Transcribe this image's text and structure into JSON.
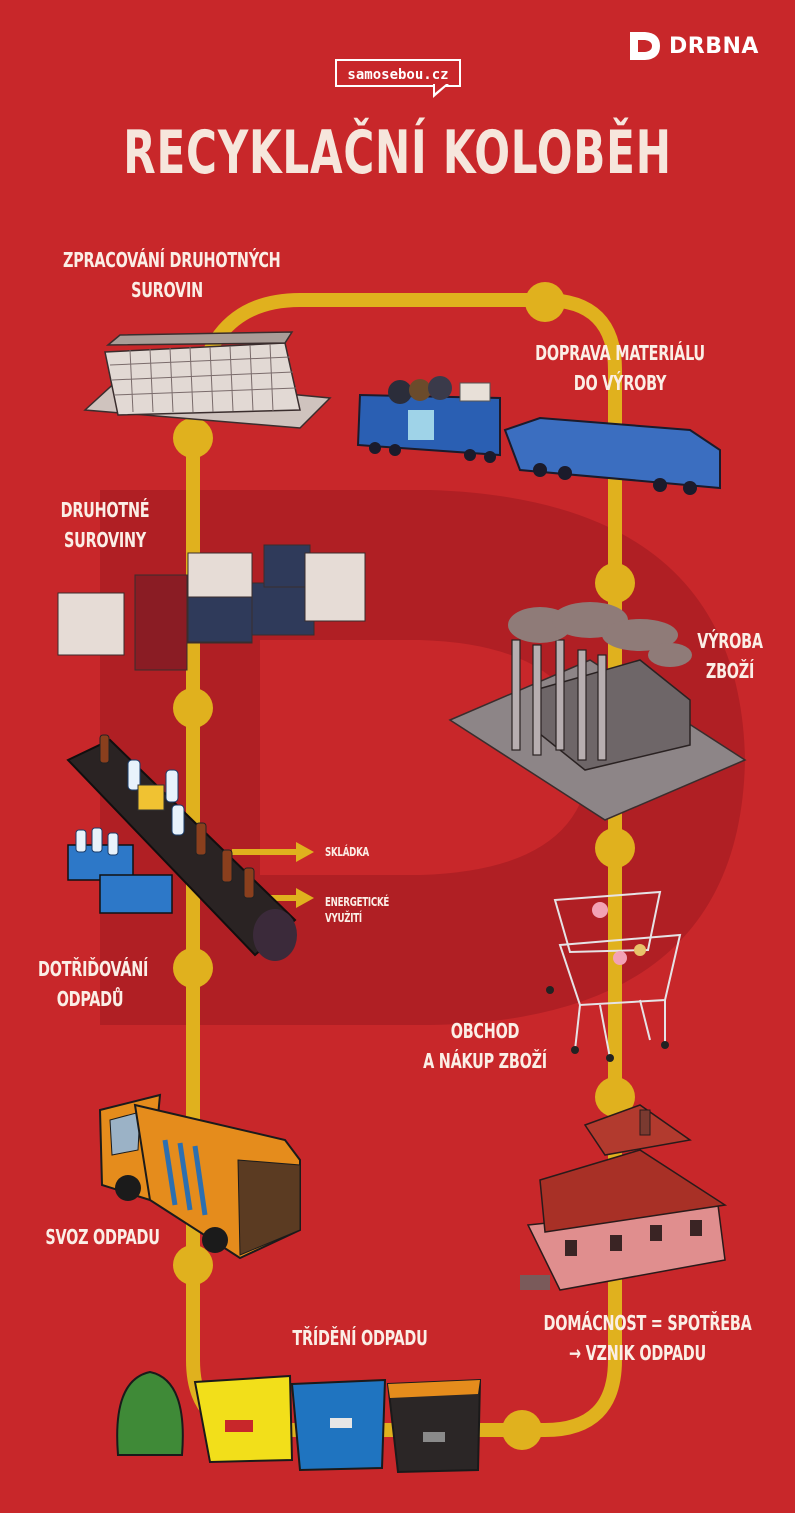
{
  "header": {
    "logo_text": "DRBNA",
    "site_badge": "samosebou.cz",
    "title": "RECYKLAČNÍ KOLOBĚH"
  },
  "stages": {
    "processing": [
      "ZPRACOVÁNÍ DRUHOTNÝCH",
      "SUROVIN"
    ],
    "transport": [
      "DOPRAVA MATERIÁLU",
      "DO VÝROBY"
    ],
    "secondary": [
      "DRUHOTNÉ",
      "SUROVINY"
    ],
    "production": [
      "VÝROBA",
      "ZBOŽÍ"
    ],
    "landfill": "SKLÁDKA",
    "energy": [
      "ENERGETICKÉ",
      "VYUŽITÍ"
    ],
    "sorting_residual": [
      "DOTŘIĎOVÁNÍ",
      "ODPADŮ"
    ],
    "shop": [
      "OBCHOD",
      "A NÁKUP ZBOŽÍ"
    ],
    "collection": "SVOZ ODPADU",
    "household": [
      "DOMÁCNOST = SPOTŘEBA",
      "→ VZNIK ODPADU"
    ],
    "separation": "TŘÍDĚNÍ ODPADU"
  },
  "colors": {
    "background": "#c8272a",
    "watermark": "#b01f24",
    "track": "#e0b11e",
    "text": "#fbeee6",
    "bin_green": "#3f8a37",
    "bin_yellow": "#f2df1a",
    "bin_blue": "#1f74c0",
    "bin_black": "#2b2626"
  },
  "icons": [
    "drbna-logo-icon",
    "factory-icon",
    "train-icon",
    "bales-icon",
    "smokestack-factory-icon",
    "conveyor-icon",
    "shopping-cart-icon",
    "garbage-truck-icon",
    "house-icon",
    "recycling-bins-icon"
  ]
}
